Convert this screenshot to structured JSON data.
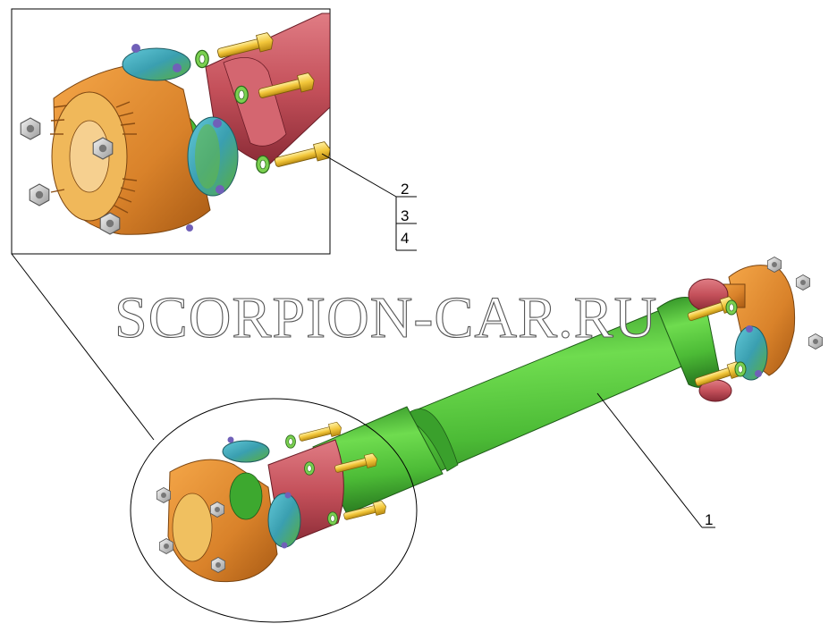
{
  "watermark": "SCORPION-CAR.RU",
  "callouts": {
    "main_shaft": "1",
    "bolt": "2",
    "washer": "3",
    "nut": "4"
  },
  "colors": {
    "tube_green": "#4fc23a",
    "yoke_orange": "#e08a2a",
    "sleeve_red": "#c8505a",
    "bolt_yellow": "#f2c63a",
    "cap_teal": "#3a9fb0",
    "nut_gray": "#cfcfcf"
  }
}
